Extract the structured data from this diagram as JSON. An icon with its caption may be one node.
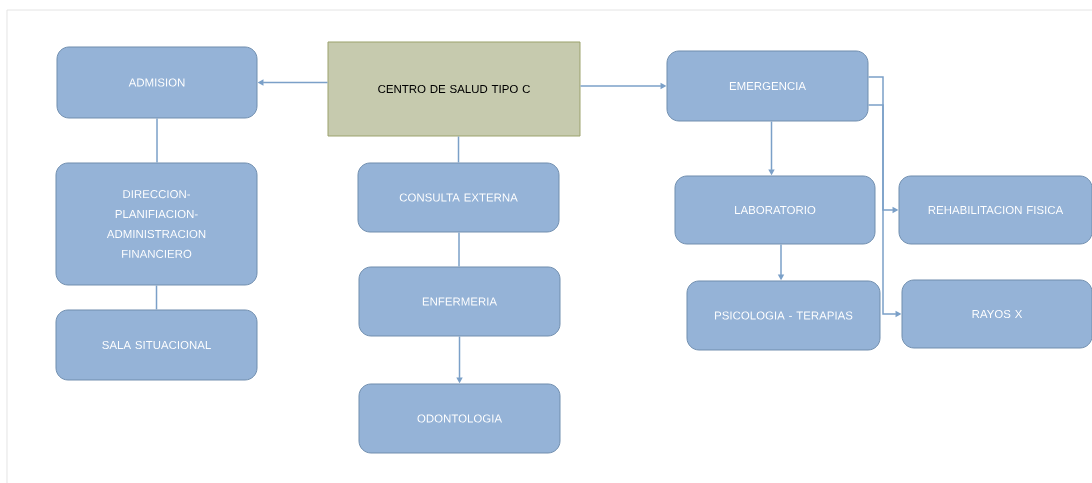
{
  "diagram": {
    "nodes": [
      {
        "text": [
          "CENTRO DE SALUD TIPO C"
        ]
      },
      {
        "text": [
          "ADMISION"
        ]
      },
      {
        "text": [
          "DIRECCION- PLANIFIACION- ADMINISTRACION FINANCIERO"
        ]
      },
      {
        "text": [
          "SALA SITUACIONAL"
        ]
      },
      {
        "text": [
          "CONSULTA EXTERNA"
        ]
      },
      {
        "text": [
          "ENFERMERIA"
        ]
      },
      {
        "text": [
          "ODONTOLOGIA"
        ]
      },
      {
        "text": [
          "EMERGENCIA"
        ]
      },
      {
        "text": [
          "LABORATORIO"
        ]
      },
      {
        "text": [
          "PSICOLOGIA - TERAPIAS"
        ]
      },
      {
        "text": [
          "REHABILITACION FISICA"
        ]
      },
      {
        "text": [
          "RAYOS X"
        ]
      }
    ],
    "edges": [
      {
        "from": 0,
        "to": 1,
        "arrow": "to"
      },
      {
        "from": 1,
        "to": 2,
        "arrow": "none"
      },
      {
        "from": 2,
        "to": 3,
        "arrow": "none"
      },
      {
        "from": 0,
        "to": 4,
        "arrow": "none"
      },
      {
        "from": 4,
        "to": 5,
        "arrow": "none"
      },
      {
        "from": 5,
        "to": 6,
        "arrow": "to"
      },
      {
        "from": 0,
        "to": 7,
        "arrow": "to"
      },
      {
        "from": 7,
        "to": 8,
        "arrow": "to"
      },
      {
        "from": 8,
        "to": 9,
        "arrow": "to"
      },
      {
        "from": 7,
        "to": 10,
        "arrow": "to"
      },
      {
        "from": 7,
        "to": 11,
        "arrow": "to"
      }
    ]
  }
}
